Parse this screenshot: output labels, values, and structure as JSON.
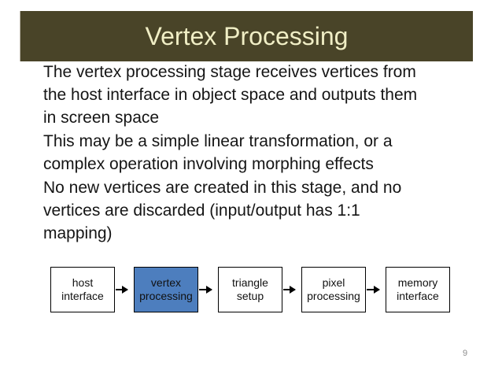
{
  "title": "Vertex Processing",
  "paragraphs": [
    [
      "The vertex processing stage receives vertices from",
      "the host interface in object space and outputs them",
      "in screen space"
    ],
    [
      "This may be a simple linear transformation, or a",
      "complex operation involving morphing effects"
    ],
    [
      "No new vertices are created in this stage, and no",
      "vertices are discarded (input/output has 1:1",
      "mapping)"
    ]
  ],
  "pipeline": {
    "boxes": [
      {
        "label": [
          "host",
          "interface"
        ],
        "highlighted": false
      },
      {
        "label": [
          "vertex",
          "processing"
        ],
        "highlighted": true
      },
      {
        "label": [
          "triangle",
          "setup"
        ],
        "highlighted": false
      },
      {
        "label": [
          "pixel",
          "processing"
        ],
        "highlighted": false
      },
      {
        "label": [
          "memory",
          "interface"
        ],
        "highlighted": false
      }
    ],
    "highlight_color": "#4d7ebe",
    "box_border_color": "#000000"
  },
  "colors": {
    "title_bar_background": "#494428",
    "title_text": "#f0eec5",
    "body_text": "#151515",
    "page_number": "#8c8c8c"
  },
  "page_number": "9"
}
